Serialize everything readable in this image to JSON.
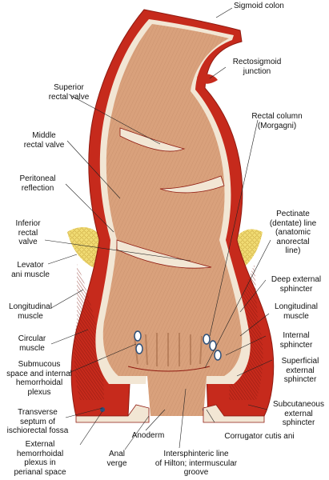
{
  "colors": {
    "lumen": "#d9a17c",
    "lumen_shade": "#c98f6a",
    "wall": "#c62a1c",
    "wall_dark": "#8f1a10",
    "mucosa_edge": "#f2e6d4",
    "fat": "#f1dc74",
    "fat_outline": "#c9a640",
    "vein": "#2b4f7a",
    "leader": "#222222"
  },
  "labels": {
    "sigmoid_colon": "Sigmoid colon",
    "rectosigmoid_junction": "Rectosigmoid\njunction",
    "superior_rectal_valve": "Superior\nrectal valve",
    "rectal_column": "Rectal column\n(Morgagni)",
    "middle_rectal_valve": "Middle\nrectal valve",
    "peritoneal_reflection": "Peritoneal\nreflection",
    "inferior_rectal_valve": "Inferior\nrectal\nvalve",
    "pectinate_line": "Pectinate\n(dentate) line\n(anatomic\nanorectal\nline)",
    "levator_ani_muscle": "Levator\nani muscle",
    "deep_external_sphincter": "Deep external\nsphincter",
    "longitudinal_muscle_left": "Longitudinal\nmuscle",
    "longitudinal_muscle_right": "Longitudinal\nmuscle",
    "circular_muscle": "Circular\nmuscle",
    "internal_sphincter": "Internal\nsphincter",
    "submucous_space": "Submucous\nspace and internal\nhemorrhoidal\nplexus",
    "superficial_external_sphincter": "Superficial\nexternal\nsphincter",
    "transverse_septum": "Transverse\nseptum of\nischiorectal fossa",
    "subcutaneous_external_sphincter": "Subcutaneous\nexternal\nsphincter",
    "external_hemorrhoidal_plexus": "External\nhemorrhoidal\nplexus in\nperianal space",
    "anoderm": "Anoderm",
    "corrugator_cutis_ani": "Corrugator cutis ani",
    "anal_verge": "Anal\nverge",
    "intersphincteric_line": "Intersphinteric line\nof Hilton; intermuscular\ngroove"
  }
}
